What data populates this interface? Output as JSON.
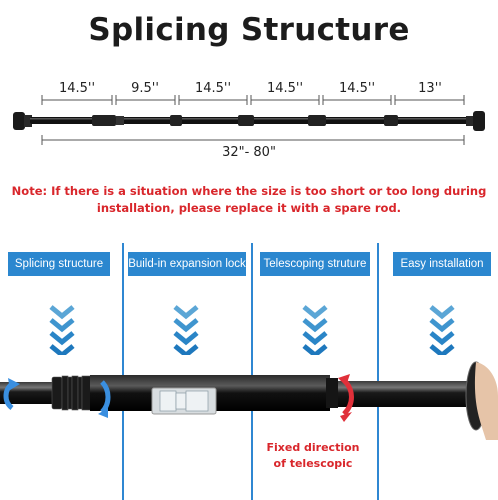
{
  "title": "Splicing Structure",
  "segments": [
    "14.5''",
    "9.5''",
    "14.5''",
    "14.5''",
    "14.5''",
    "13''"
  ],
  "total_length": "32\"- 80\"",
  "note_line1": "Note: If there is a situation where the size is too short or too long during",
  "note_line2": "installation, please replace it with a spare rod.",
  "features": [
    "Splicing structure",
    "Build-in expansion lock",
    "Telescoping struture",
    "Easy installation"
  ],
  "fixed_direction_line1": "Fixed direction",
  "fixed_direction_line2": "of telescopic",
  "colors": {
    "accent_blue": "#2b87cf",
    "note_red": "#d9262b",
    "rod_black": "#111111",
    "chevron_blue": "#5ba6d6"
  },
  "icons": [
    "chevron-down-icon",
    "rotate-arrow-icon"
  ]
}
